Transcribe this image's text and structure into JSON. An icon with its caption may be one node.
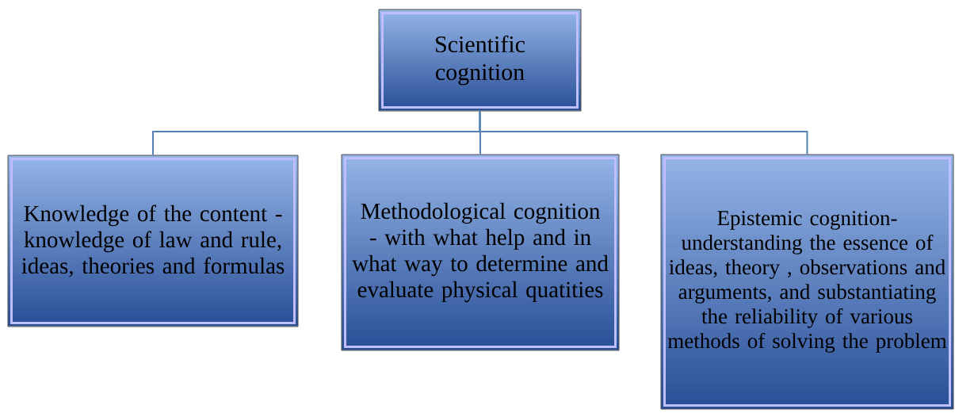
{
  "diagram": {
    "nodes": [
      {
        "text": [
          "Scientific cognition"
        ]
      },
      {
        "text": [
          "Knowledge of the content - knowledge of law and rule, ideas, theories and formulas"
        ]
      },
      {
        "text": [
          "Methodological cognition - with what help and in what way to determine and evaluate physical quatities"
        ]
      },
      {
        "text": [
          "Epistemic cognition- understanding the essence of ideas, theory , observations and arguments, and substantiating the reliability of various methods of solving the problem"
        ]
      }
    ],
    "edges": [
      {
        "from": 0,
        "to": 1,
        "arrow": "none"
      },
      {
        "from": 0,
        "to": 2,
        "arrow": "none"
      },
      {
        "from": 0,
        "to": 3,
        "arrow": "none"
      }
    ]
  }
}
